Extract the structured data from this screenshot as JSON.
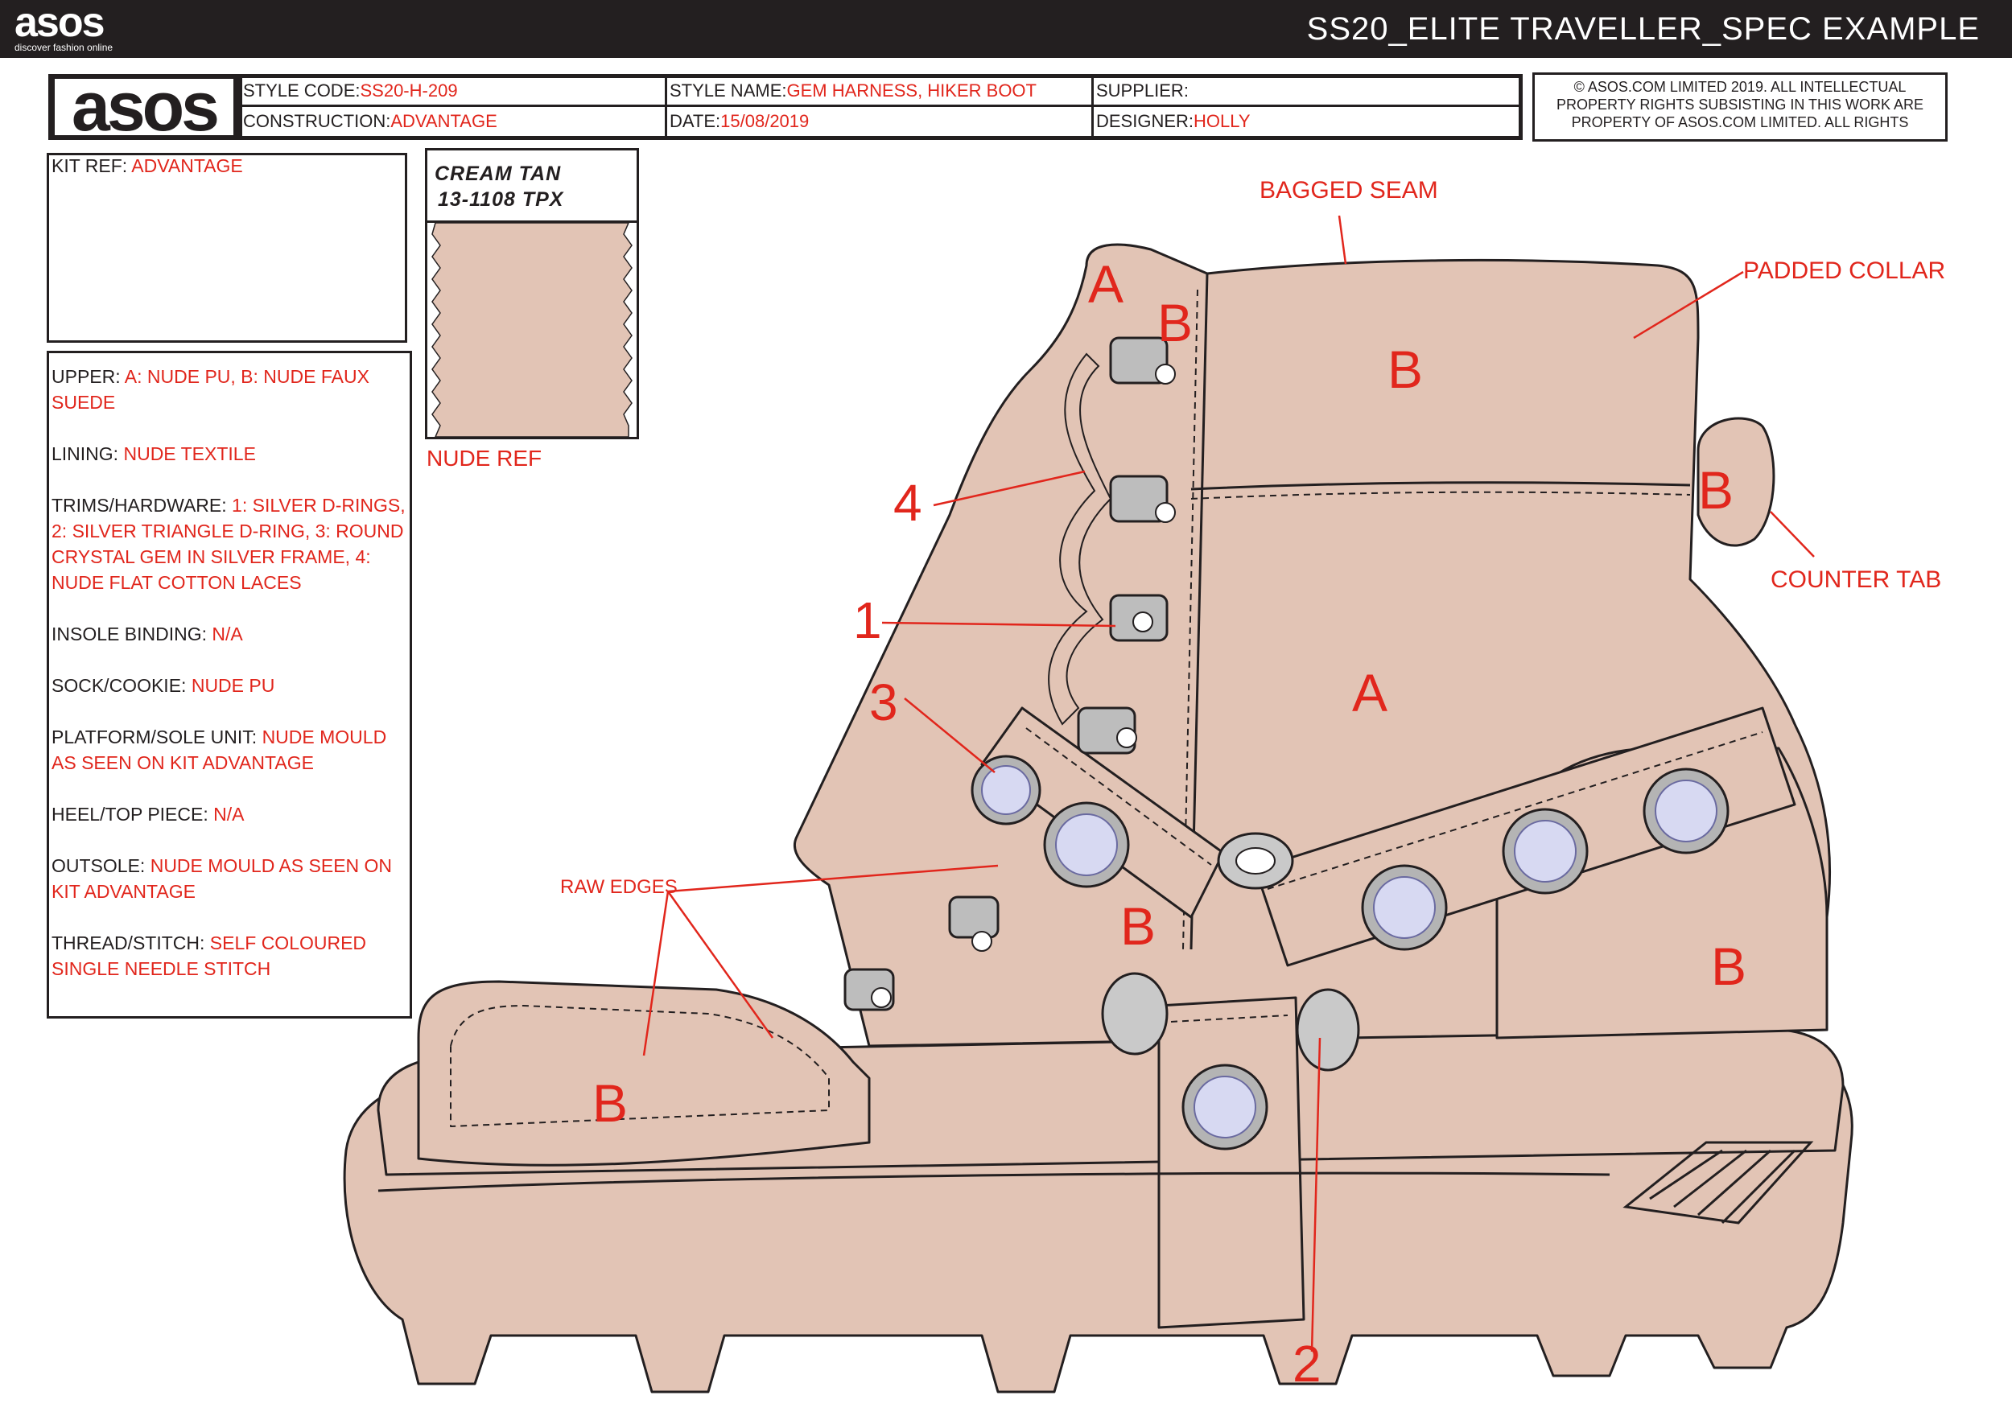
{
  "header": {
    "brand": "asos",
    "tagline": "discover fashion online",
    "doc_title": "SS20_ELITE TRAVELLER_SPEC EXAMPLE"
  },
  "spec": {
    "style_code_label": "STYLE CODE:",
    "style_code": "SS20-H-209",
    "construction_label": "CONSTRUCTION:",
    "construction": "ADVANTAGE",
    "style_name_label": "STYLE NAME:",
    "style_name": "GEM HARNESS, HIKER BOOT",
    "date_label": "DATE:",
    "date": "15/08/2019",
    "supplier_label": "SUPPLIER:",
    "supplier": "",
    "designer_label": "DESIGNER:",
    "designer": "HOLLY",
    "copyright": "ASOS.COM LIMITED 2019. ALL INTELLECTUAL PROPERTY RIGHTS SUBSISTING IN THIS WORK ARE PROPERTY OF ASOS.COM LIMITED. ALL RIGHTS"
  },
  "kit": {
    "label": "KIT REF:",
    "value": "ADVANTAGE"
  },
  "swatch": {
    "name": "CREAM TAN",
    "code": "13-1108 TPX",
    "caption": "NUDE REF",
    "color": "#e2c4b5"
  },
  "materials": [
    {
      "label": "UPPER:",
      "value": "A: NUDE PU, B: NUDE FAUX SUEDE"
    },
    {
      "label": "LINING:",
      "value": "NUDE TEXTILE"
    },
    {
      "label": "TRIMS/HARDWARE:",
      "value": "1: SILVER D-RINGS, 2: SILVER TRIANGLE D-RING, 3: ROUND CRYSTAL GEM IN SILVER FRAME, 4: NUDE FLAT COTTON LACES"
    },
    {
      "label": "INSOLE BINDING:",
      "value": "N/A"
    },
    {
      "label": "SOCK/COOKIE:",
      "value": "NUDE PU"
    },
    {
      "label": "PLATFORM/SOLE UNIT:",
      "value": "NUDE MOULD AS SEEN ON KIT ADVANTAGE"
    },
    {
      "label": "HEEL/TOP PIECE:",
      "value": "N/A"
    },
    {
      "label": "OUTSOLE:",
      "value": "NUDE MOULD AS SEEN ON KIT ADVANTAGE"
    },
    {
      "label": "THREAD/STITCH:",
      "value": "SELF COLOURED SINGLE NEEDLE STITCH"
    }
  ],
  "callouts": {
    "bagged_seam": "BAGGED SEAM",
    "padded_collar": "PADDED COLLAR",
    "counter_tab": "COUNTER TAB",
    "raw_edges": "RAW EDGES",
    "n1": "1",
    "n2": "2",
    "n3": "3",
    "n4": "4",
    "A": "A",
    "B": "B"
  },
  "colors": {
    "accent_red": "#e1261c",
    "boot_fill": "#e2c4b5",
    "outline": "#231f20",
    "metal": "#b8b8b8",
    "gem": "#d7d9f2"
  }
}
